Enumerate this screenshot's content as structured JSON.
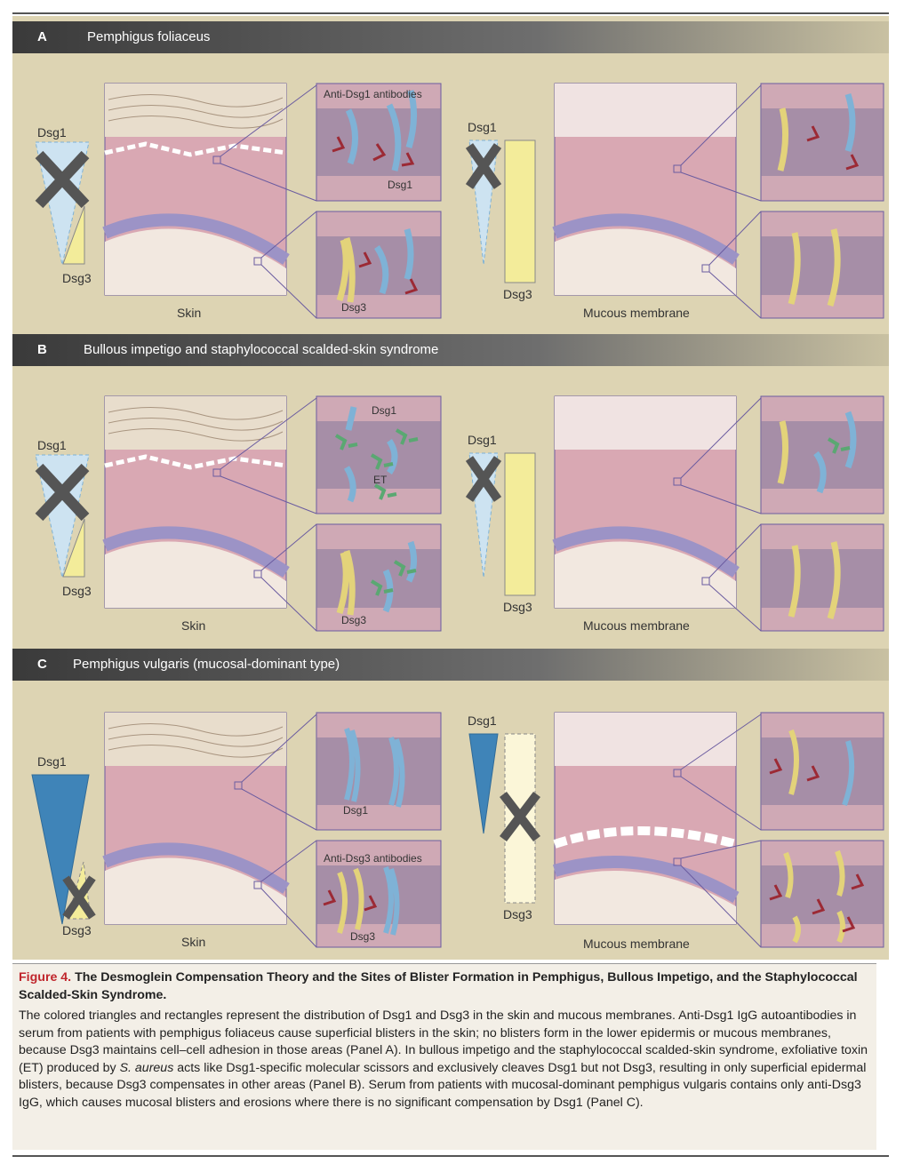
{
  "panels": [
    {
      "letter": "A",
      "title": "Pemphigus foliaceus",
      "skin": {
        "label": "Skin",
        "top_annotation": "Anti-Dsg1 antibodies",
        "top_callout": "Dsg1",
        "bottom_callout": "Dsg3"
      },
      "mucous": {
        "label": "Mucous membrane"
      },
      "triangle_labels": {
        "left_top": "Dsg1",
        "left_bottom": "Dsg3",
        "right_top": "Dsg1",
        "right_bottom": "Dsg3"
      }
    },
    {
      "letter": "B",
      "title": "Bullous impetigo and staphylococcal scalded-skin syndrome",
      "skin": {
        "label": "Skin",
        "top_callout": "Dsg1",
        "toxin_callout": "ET",
        "bottom_callout": "Dsg3"
      },
      "mucous": {
        "label": "Mucous membrane"
      },
      "triangle_labels": {
        "left_top": "Dsg1",
        "left_bottom": "Dsg3",
        "right_top": "Dsg1",
        "right_bottom": "Dsg3"
      }
    },
    {
      "letter": "C",
      "title": "Pemphigus vulgaris (mucosal-dominant type)",
      "skin": {
        "label": "Skin",
        "top_callout": "Dsg1",
        "bottom_annotation": "Anti-Dsg3 antibodies",
        "bottom_callout": "Dsg3"
      },
      "mucous": {
        "label": "Mucous membrane"
      },
      "triangle_labels": {
        "left_top": "Dsg1",
        "left_bottom": "Dsg3",
        "right_top": "Dsg1",
        "right_bottom": "Dsg3"
      }
    }
  ],
  "caption": {
    "label": "Figure 4.",
    "title": "The Desmoglein Compensation Theory and the Sites of Blister Formation in Pemphigus, Bullous Impetigo, and the Staphylococcal Scalded-Skin Syndrome.",
    "body_part1": "The colored triangles and rectangles represent the distribution of Dsg1 and Dsg3 in the skin and mucous membranes. Anti-Dsg1 IgG autoantibodies in serum from patients with pemphigus foliaceus cause superficial blisters in the skin; no blisters form in the lower epidermis or mucous membranes, because Dsg3 maintains cell–cell adhesion in those areas (Panel A). In bullous impetigo and the staphylococcal scalded-skin syndrome, exfoliative toxin (ET) produced by ",
    "body_species": "S. aureus",
    "body_part2": " acts like Dsg1-specific molecular scissors and exclusively cleaves Dsg1 but not Dsg3, resulting in only superficial epidermal blisters, because Dsg3 compensates in other areas (Panel B). Serum from patients with mucosal-dominant pemphigus vulgaris contains only anti-Dsg3 IgG, which causes mucosal blisters and erosions where there is no significant compensation by Dsg1 (Panel C)."
  },
  "colors": {
    "dsg1": "#7fb2d6",
    "dsg3": "#e3d37a",
    "antibody": "#9c2a35",
    "toxin": "#5aa872",
    "caption_label": "#c0262c"
  }
}
